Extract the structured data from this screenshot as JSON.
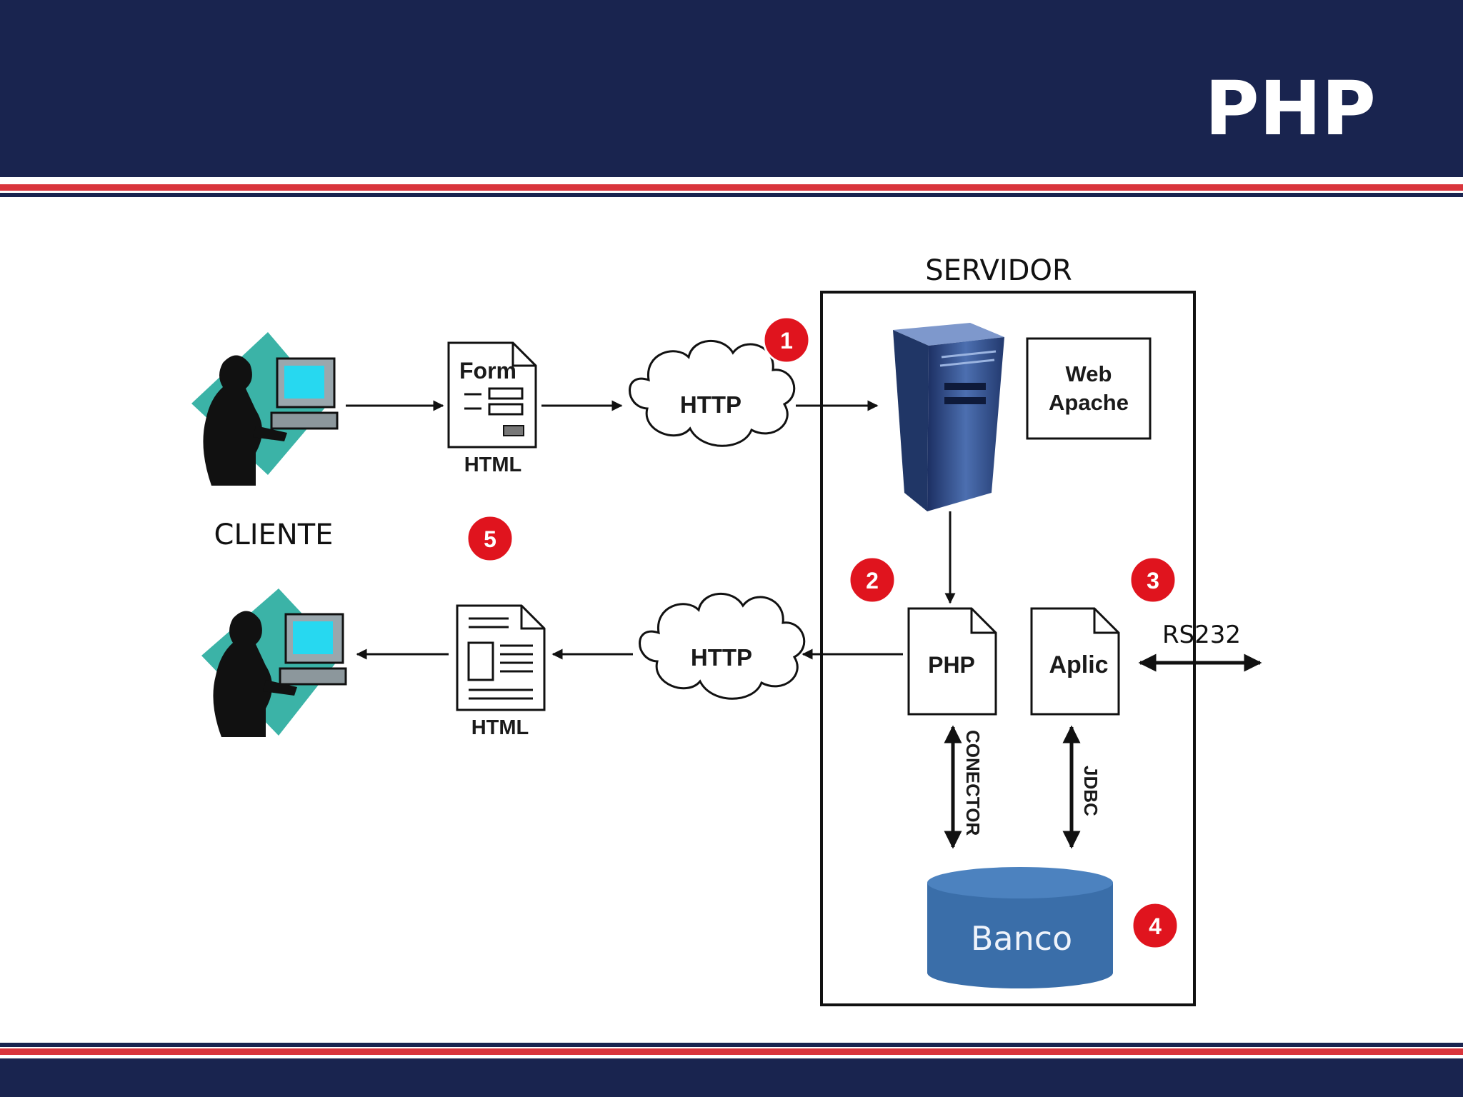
{
  "slide": {
    "title": "PHP"
  },
  "colors": {
    "header": "#19244f",
    "stripe_red": "#d9353c",
    "badge": "#e0141e",
    "database": "#3a6ea9",
    "server": "#2e4a86"
  },
  "diagram": {
    "server_box_title": "SERVIDOR",
    "client_label": "CLIENTE",
    "form_label": "Form",
    "html_label_top": "HTML",
    "html_label_bottom": "HTML",
    "http_top": "HTTP",
    "http_bottom": "HTTP",
    "web_apache_line1": "Web",
    "web_apache_line2": "Apache",
    "php_doc": "PHP",
    "aplic_doc": "Aplic",
    "rs232": "RS232",
    "conector": "CONECTOR",
    "jdbc": "JDBC",
    "database": "Banco",
    "badges": [
      "1",
      "2",
      "3",
      "4",
      "5"
    ],
    "icons": [
      "user-computer-icon",
      "form-document-icon",
      "cloud-icon",
      "server-tower-icon",
      "report-document-icon",
      "database-icon"
    ]
  }
}
